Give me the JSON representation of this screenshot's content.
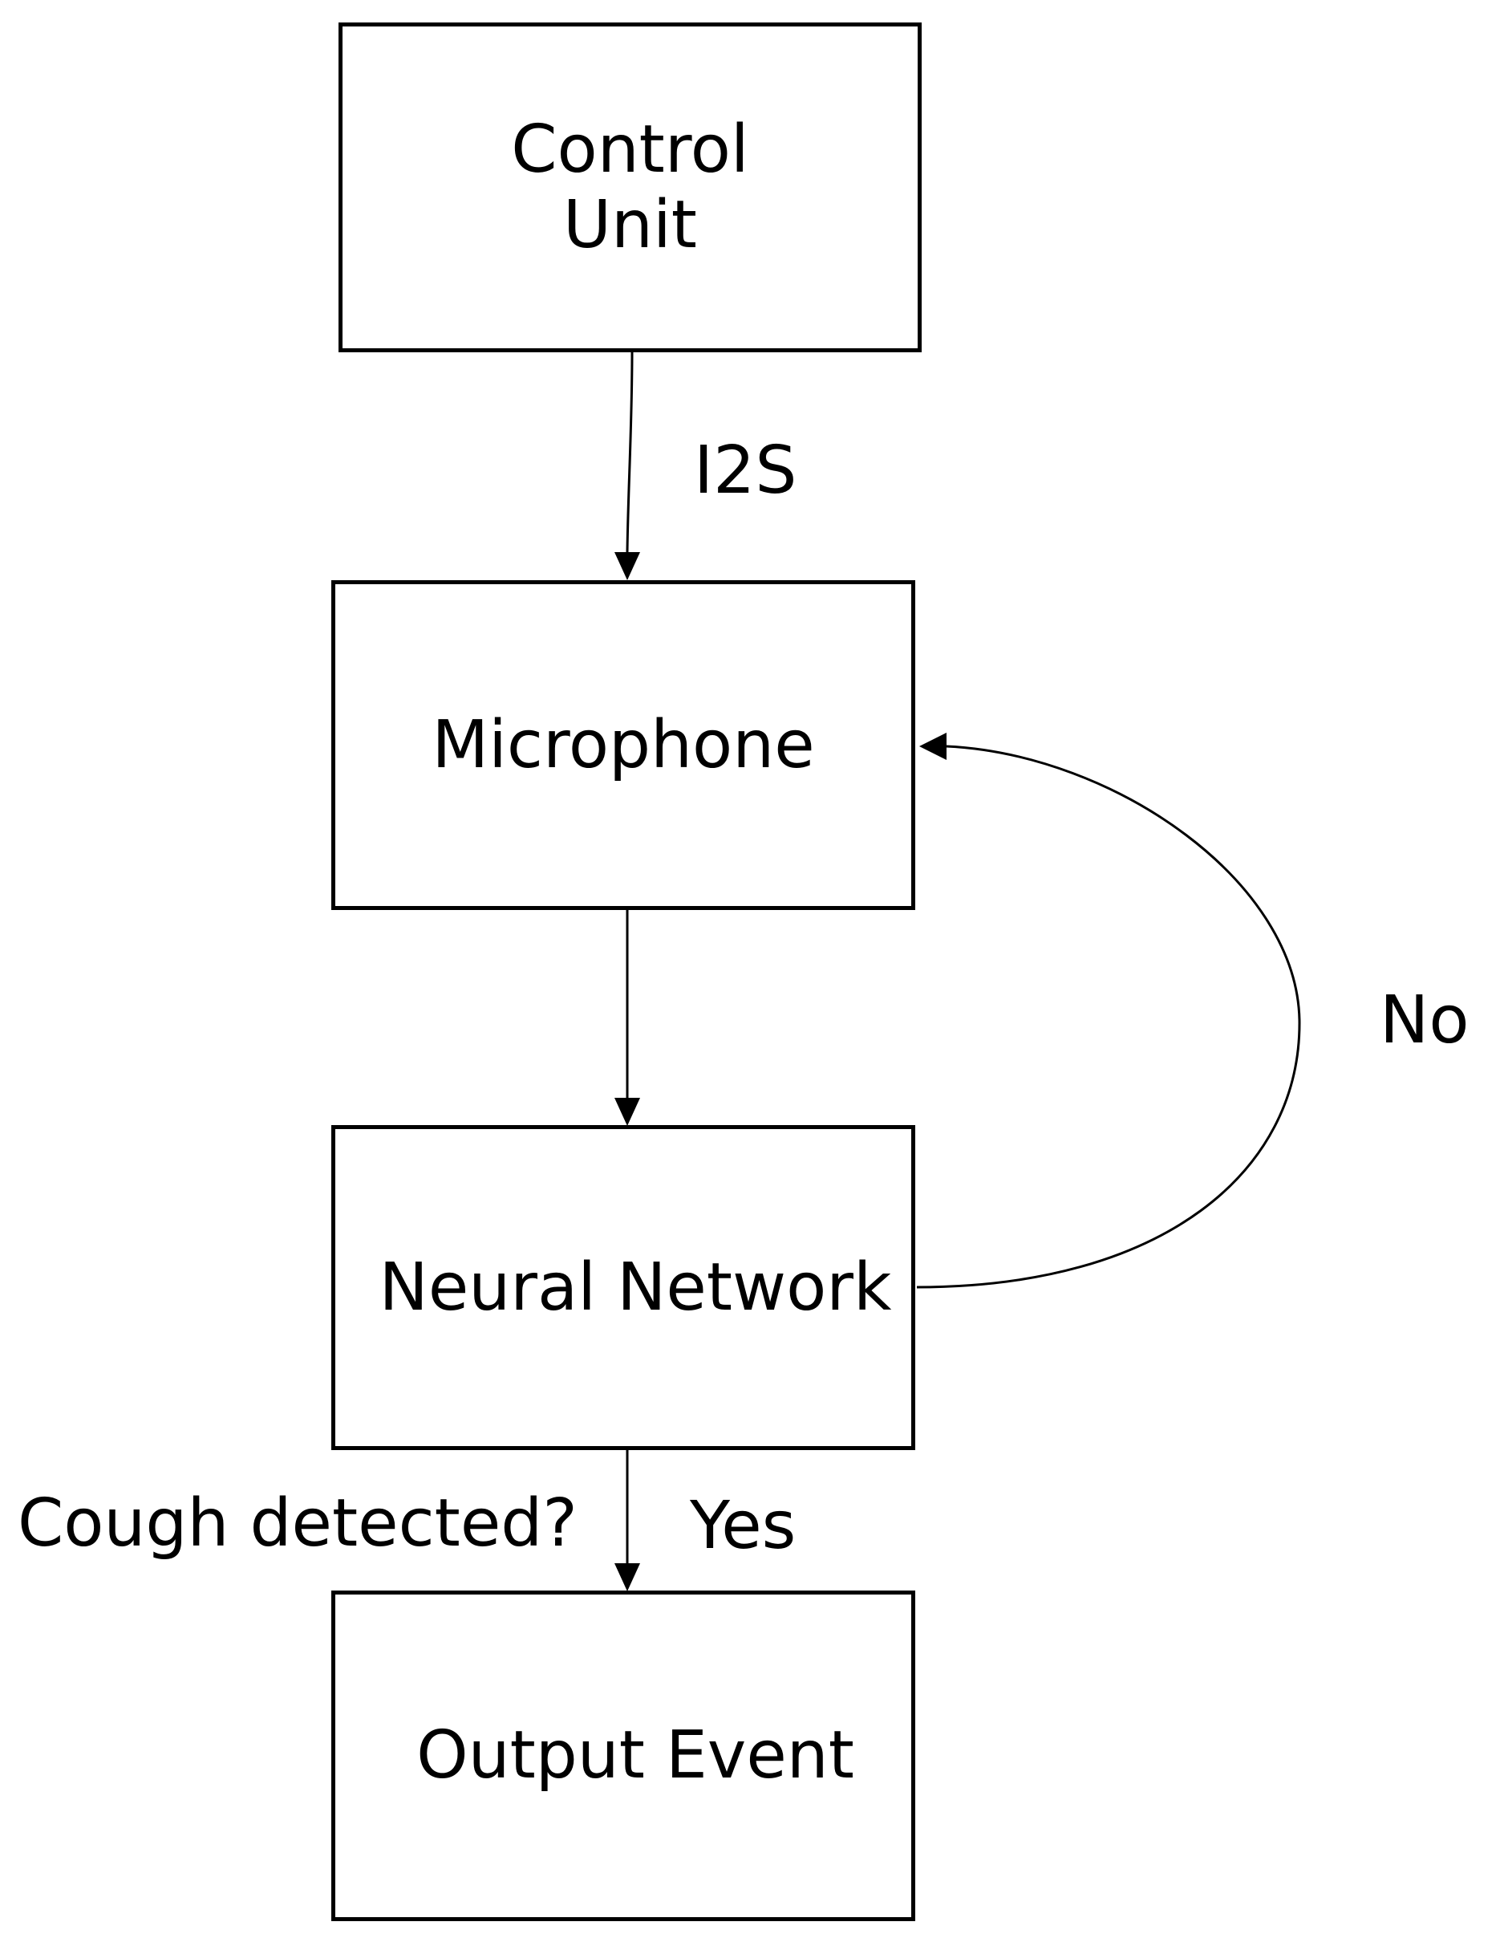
{
  "nodes": {
    "control_unit": {
      "line1": "Control",
      "line2": "Unit"
    },
    "microphone": {
      "label": "Microphone"
    },
    "neural_network": {
      "label": "Neural Network"
    },
    "output_event": {
      "label": "Output Event"
    }
  },
  "edges": {
    "control_to_mic": {
      "label": "I2S"
    },
    "nn_to_mic": {
      "label": "No"
    },
    "nn_to_output": {
      "label": "Yes"
    },
    "decision": {
      "label": "Cough detected?"
    }
  },
  "colors": {
    "stroke": "#000000",
    "background": "#ffffff"
  }
}
